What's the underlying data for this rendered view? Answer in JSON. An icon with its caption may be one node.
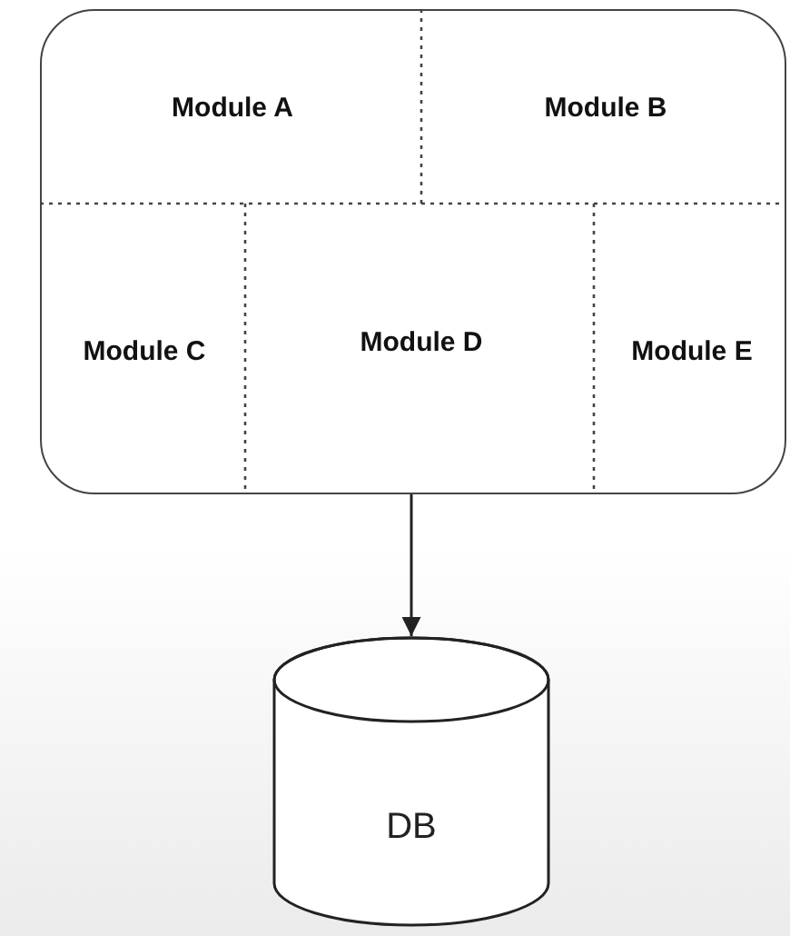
{
  "diagram": {
    "nodes": [
      {
        "text": [],
        "shape": "box"
      },
      {
        "text": [
          "Module A"
        ],
        "in": 0
      },
      {
        "text": [
          "Module B"
        ],
        "in": 0
      },
      {
        "text": [
          "Module C"
        ],
        "in": 0
      },
      {
        "text": [
          "Module D"
        ],
        "in": 0
      },
      {
        "text": [
          "Module E"
        ],
        "in": 0
      },
      {
        "text": [
          "DB"
        ]
      }
    ],
    "edges": [
      {
        "from": 0,
        "to": 6,
        "arrow": "to"
      }
    ]
  }
}
